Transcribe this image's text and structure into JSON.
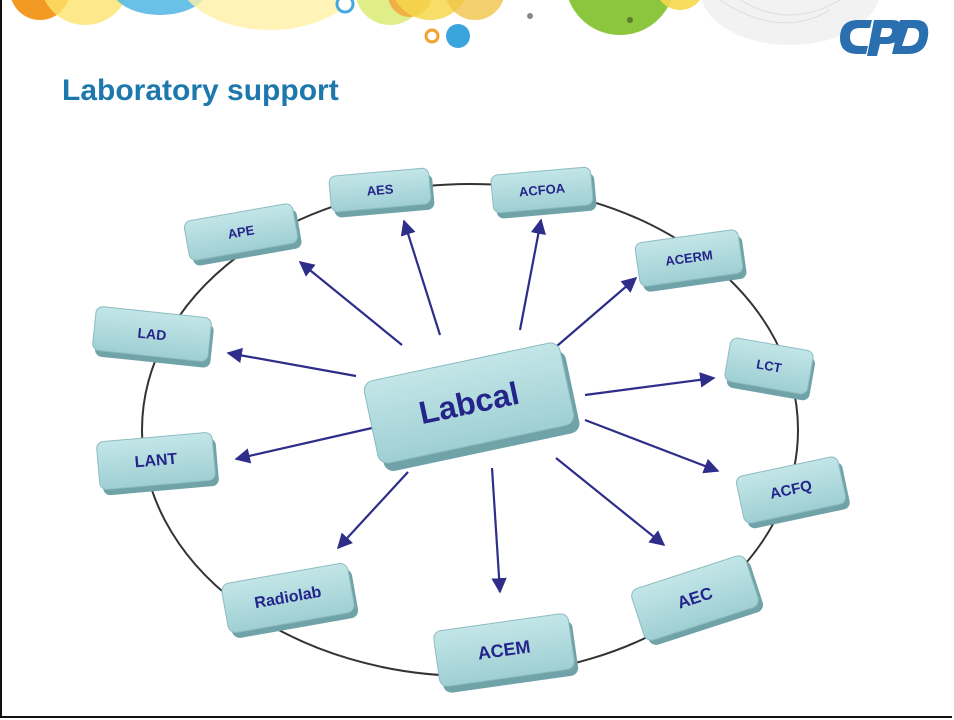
{
  "slide": {
    "title": "Laboratory support"
  },
  "logo": {
    "name": "CPqD"
  },
  "colors": {
    "title": "#1d79ad",
    "node_fill": "#a9d7db",
    "node_side": "#6fa3a8",
    "node_text": "#24248a",
    "arrow": "#2e2e8a",
    "ring": "#333333"
  },
  "diagram": {
    "center": "Labcal",
    "nodes": [
      "AES",
      "ACFOA",
      "APE",
      "ACERM",
      "LAD",
      "LCT",
      "LANT",
      "ACFQ",
      "Radiolab",
      "AEC",
      "ACEM"
    ]
  }
}
